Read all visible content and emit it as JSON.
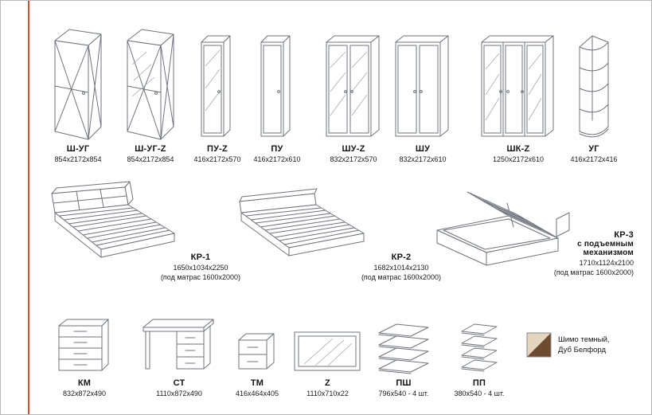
{
  "page": {
    "accent_color": "#cf5230"
  },
  "row1": [
    {
      "name": "Ш-УГ",
      "dims": "854х2172х854"
    },
    {
      "name": "Ш-УГ-Z",
      "dims": "854х2172х854"
    },
    {
      "name": "ПУ-Z",
      "dims": "416х2172х570"
    },
    {
      "name": "ПУ",
      "dims": "416х2172х610"
    },
    {
      "name": "ШУ-Z",
      "dims": "832х2172х570"
    },
    {
      "name": "ШУ",
      "dims": "832х2172х610"
    },
    {
      "name": "ШК-Z",
      "dims": "1250х2172х610"
    },
    {
      "name": "УГ",
      "dims": "416х2172х416"
    }
  ],
  "row2": [
    {
      "name": "КР-1",
      "dims": "1650х1034х2250",
      "note": "(под матрас 1600х2000)"
    },
    {
      "name": "КР-2",
      "dims": "1682х1014х2130",
      "note": "(под матрас 1600х2000)"
    },
    {
      "name": "КР-3",
      "sub": "с подъемным механизмом",
      "dims": "1710х1124х2100",
      "note": "(под матрас 1600х2000)"
    }
  ],
  "row3": [
    {
      "name": "КМ",
      "dims": "832х872х490"
    },
    {
      "name": "СТ",
      "dims": "1110х872х490"
    },
    {
      "name": "ТМ",
      "dims": "416х464х405"
    },
    {
      "name": "Z",
      "dims": "1110х710х22"
    },
    {
      "name": "ПШ",
      "dims": "796х540 - 4 шт."
    },
    {
      "name": "ПП",
      "dims": "380х540 - 4 шт."
    }
  ],
  "swatch": {
    "line1": "Шимо темный,",
    "line2": "Дуб Белфорд",
    "light": "#e3d5bd",
    "dark": "#6e4a2f"
  }
}
